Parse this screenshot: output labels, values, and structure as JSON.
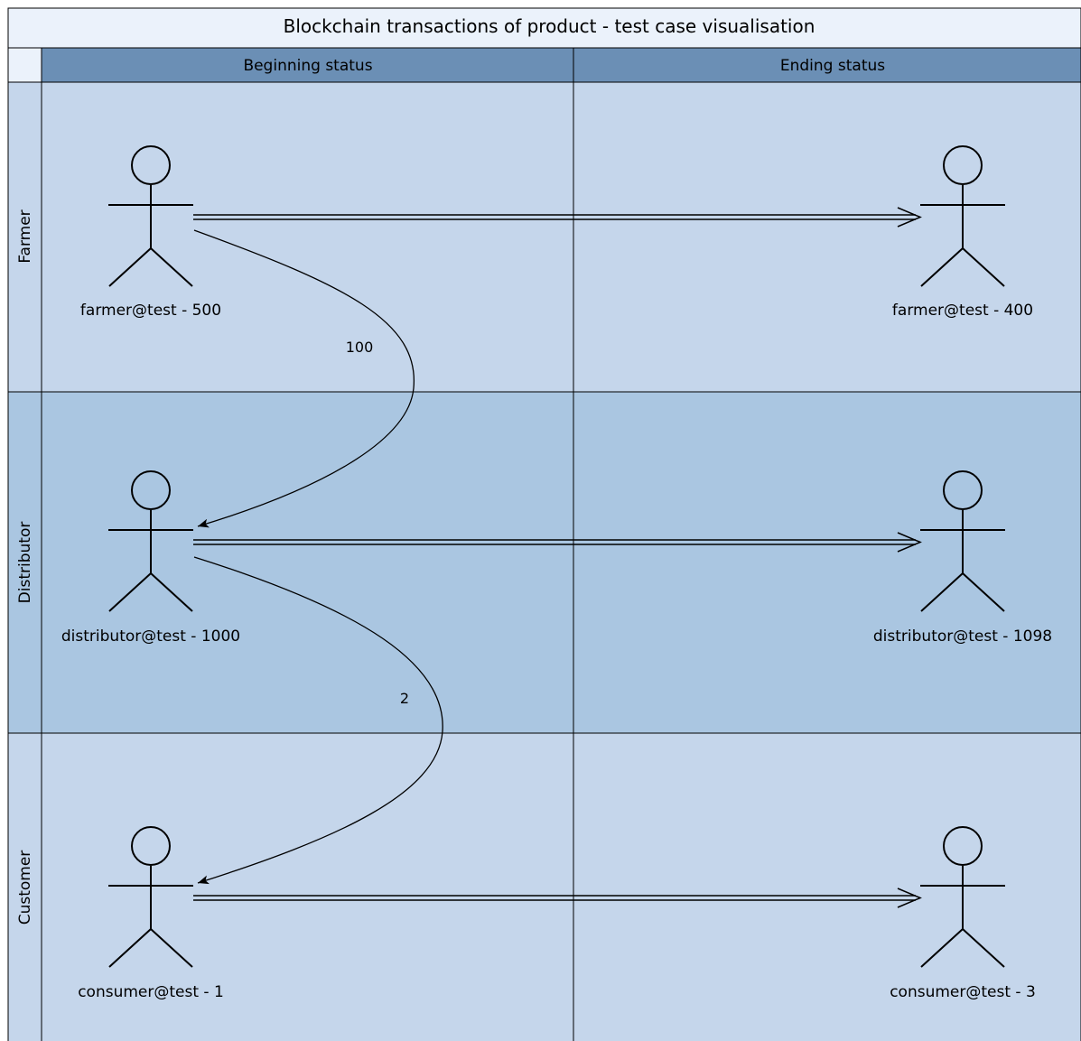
{
  "title": "Blockchain transactions of product - test case visualisation",
  "columns": [
    "Beginning status",
    "Ending status"
  ],
  "lanes": [
    {
      "label": "Farmer",
      "color": "#c5d6eb",
      "begin_actor": "farmer@test - 500",
      "end_actor": "farmer@test - 400"
    },
    {
      "label": "Distributor",
      "color": "#aac6e1",
      "begin_actor": "distributor@test - 1000",
      "end_actor": "distributor@test - 1098"
    },
    {
      "label": "Customer",
      "color": "#c5d6eb",
      "begin_actor": "consumer@test - 1",
      "end_actor": "consumer@test - 3"
    }
  ],
  "transfers": [
    {
      "amount": "100"
    },
    {
      "amount": "2"
    }
  ],
  "colors": {
    "title_bg": "#ebf2fb",
    "column_header_bg": "#6b8fb5",
    "line": "#000000"
  }
}
